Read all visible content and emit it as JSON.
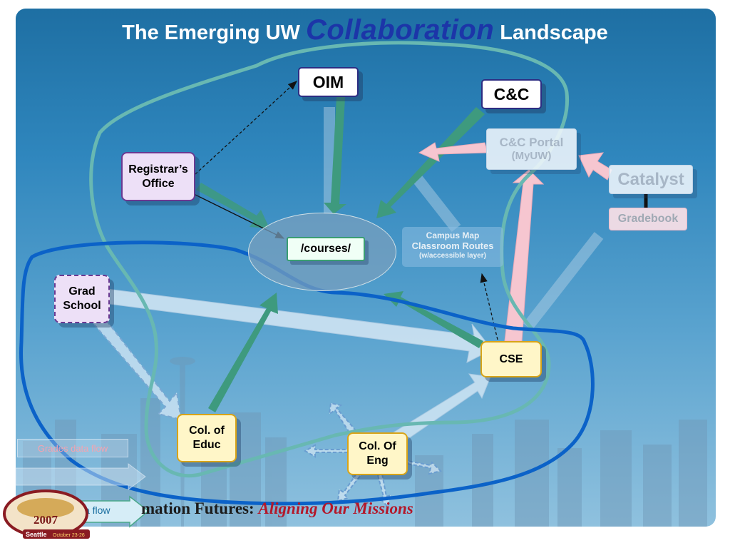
{
  "title": {
    "prefix": "The Emerging UW ",
    "emphasis": "Collaboration",
    "suffix": " Landscape"
  },
  "nodes": {
    "oim": "OIM",
    "cc": "C&C",
    "registrar": [
      "Registrar’s",
      "Office"
    ],
    "courses": "/courses/",
    "portal": [
      "C&C Portal",
      "(MyUW)"
    ],
    "catalyst": "Catalyst",
    "gradebook": "Gradebook",
    "campus_map": [
      "Campus Map",
      "Classroom Routes",
      "(w/accessible layer)"
    ],
    "grad_school": [
      "Grad",
      "School"
    ],
    "cse": "CSE",
    "col_educ": [
      "Col. of",
      "Educ"
    ],
    "col_eng": [
      "Col. Of",
      "Eng"
    ]
  },
  "legend": {
    "grades": "Grades  data flow",
    "course": "Course data flow"
  },
  "footer": {
    "main": "mation Futures: ",
    "sub": "Aligning Our Missions"
  },
  "logo": {
    "year": "2007",
    "place": "Seattle",
    "dates": "October 23-26"
  },
  "colors": {
    "outline_teal": "#68b8b2",
    "outline_blue": "#0b62c8",
    "arrow_green": "#3e9a7e",
    "arrow_pink": "#f6c6d0",
    "arrow_light": "#cfe4f3"
  }
}
